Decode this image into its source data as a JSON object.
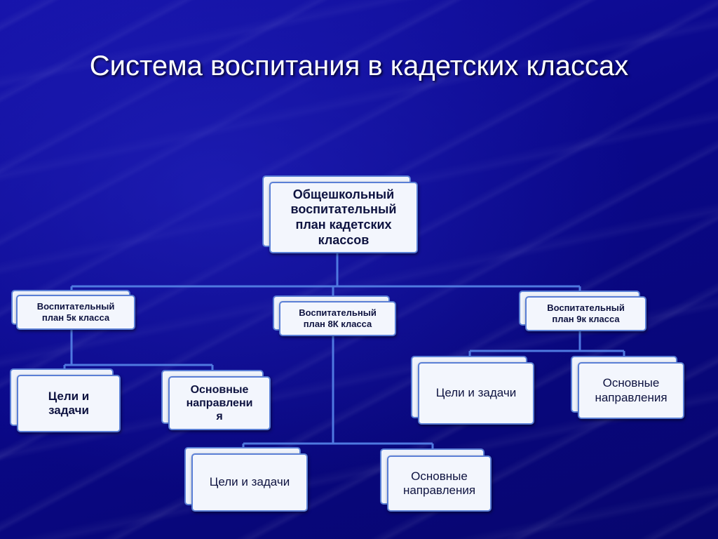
{
  "slide": {
    "title": "Система воспитания в кадетских классах"
  },
  "diagram": {
    "root": {
      "label_lines": [
        "Общешкольный",
        "воспитательный",
        "план кадетских",
        "классов"
      ]
    },
    "plan_5k": {
      "label_lines": [
        "Воспитательный",
        "план 5к класса"
      ],
      "goals": {
        "label_lines": [
          "Цели и",
          "задачи"
        ]
      },
      "directions": {
        "label_lines": [
          "Основные",
          "направлени",
          "я"
        ]
      }
    },
    "plan_8k": {
      "label_lines": [
        "Воспитательный",
        "план 8К класса"
      ],
      "goals": {
        "label_lines": [
          "Цели и задачи"
        ]
      },
      "directions": {
        "label_lines": [
          "Основные",
          "направления"
        ]
      }
    },
    "plan_9k": {
      "label_lines": [
        "Воспитательный",
        "план 9к класса"
      ],
      "goals": {
        "label_lines": [
          "Цели и задачи"
        ]
      },
      "directions": {
        "label_lines": [
          "Основные",
          "направления"
        ]
      }
    }
  },
  "colors": {
    "background": "#0c0a8c",
    "box_fill": "#f3f6fd",
    "box_border": "#5a7fd6",
    "connector": "#4f79e0",
    "text": "#0e1340",
    "title": "#ffffff"
  }
}
